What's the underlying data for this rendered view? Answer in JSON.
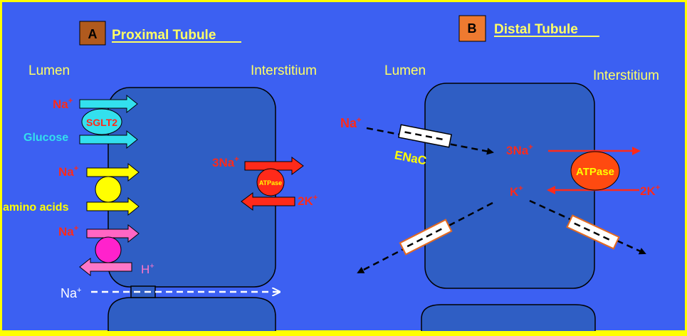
{
  "panel_a": {
    "badge": "A",
    "title": "Proximal Tubule",
    "lumen": "Lumen",
    "interstitium": "Interstitium",
    "na_sglt": "Na",
    "sglt2": "SGLT2",
    "glucose": "Glucose",
    "na_aa": "Na",
    "amino_acids": "amino acids",
    "na_nhe": "Na",
    "h": "H",
    "pump_na": "3Na",
    "atpase": "ATPase",
    "pump_k": "2K",
    "para_na": "Na",
    "plus": "+"
  },
  "panel_b": {
    "badge": "B",
    "title": "Distal Tubule",
    "lumen": "Lumen",
    "interstitium": "Interstitium",
    "na": "Na",
    "enac": "ENaC",
    "pump_na": "3Na",
    "atpase": "ATPase",
    "k": "K",
    "pump_k": "2K",
    "plus": "+"
  },
  "colors": {
    "background": "#3c60f2",
    "cell": "#2f5ec4",
    "border": "#ffff00",
    "label": "#ffff66",
    "red": "#ff2a1a",
    "cyan": "#33e0ee",
    "yellow": "#ffff00",
    "magenta": "#ff33cc",
    "pink": "#ff77c8",
    "badge_a": "#b05a1e",
    "badge_b": "#ee7a30"
  }
}
